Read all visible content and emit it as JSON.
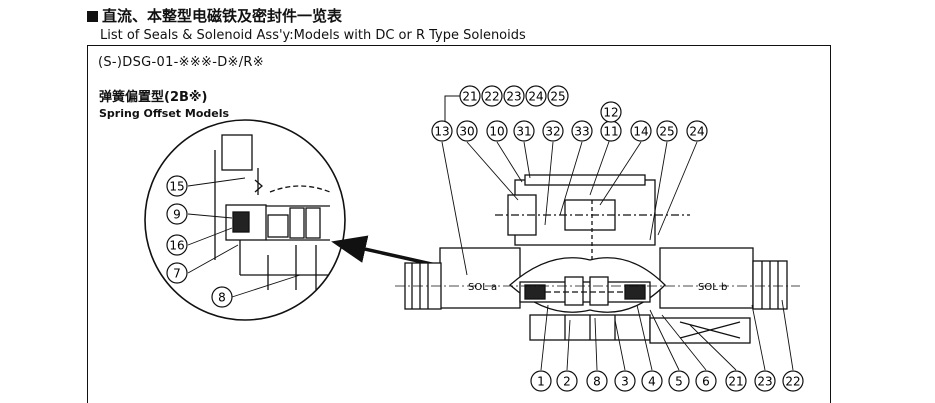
{
  "header": {
    "title_cn": "直流、本整型电磁铁及密封件一览表",
    "title_en": "List of Seals & Solenoid Ass'y:Models with DC or R Type Solenoids"
  },
  "diagram": {
    "model_code": "(S-)DSG-01-※※※-D※/R※",
    "detail_title_cn": "弹簧偏置型(2B※)",
    "detail_title_en": "Spring Offset Models",
    "solenoid_a_label": "SOL a",
    "solenoid_b_label": "SOL b",
    "callouts_detail": [
      "15",
      "9",
      "16",
      "7",
      "8"
    ],
    "callouts_top_group": [
      "21",
      "22",
      "23",
      "24",
      "25"
    ],
    "callouts_top": [
      "13",
      "30",
      "10",
      "31",
      "32",
      "33",
      "11",
      "12",
      "14",
      "25",
      "24"
    ],
    "callouts_bottom": [
      "1",
      "2",
      "8",
      "3",
      "4",
      "5",
      "6",
      "21",
      "23",
      "22"
    ]
  }
}
